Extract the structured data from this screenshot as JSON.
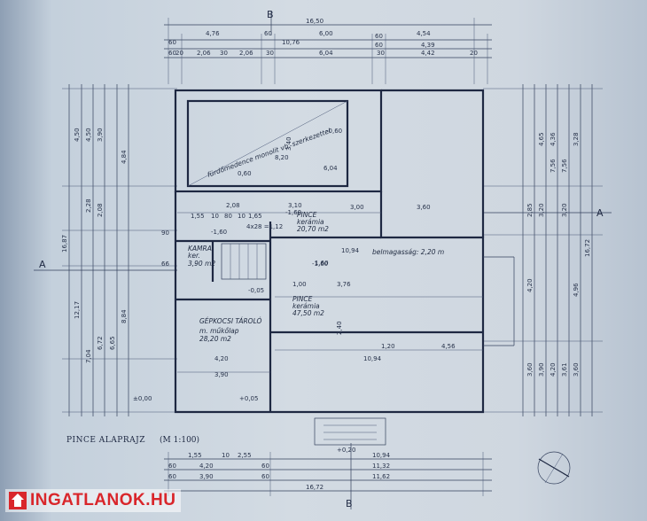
{
  "drawing": {
    "title": "PINCE ALAPRAJZ",
    "scale": "(M 1:100)",
    "section_marks": {
      "b": "B",
      "a": "A"
    },
    "rooms": [
      {
        "name": "fürdőmedence monolit vb. szerkezettel",
        "floor": "",
        "area": ""
      },
      {
        "name": "PINCE",
        "floor": "kerámia",
        "area": "20,70 m2"
      },
      {
        "name": "KAMRA",
        "floor": "ker.",
        "area": "3,90 m2"
      },
      {
        "name": "PINCE",
        "floor": "kerámia",
        "area": "47,50 m2"
      },
      {
        "name": "GÉPKOCSI TÁROLÓ",
        "floor": "m. műkőlap",
        "area": "28,20 m2"
      }
    ],
    "annotations": {
      "belmagassag": "belmagasság: 2,20 m",
      "levels": [
        "-0,60",
        "0,60",
        "-1,60",
        "-1,60",
        "-0,05",
        "+0,05",
        "±0,00",
        "+0,20",
        "-1,60"
      ],
      "stair_note": "4x28\n=1,12"
    },
    "dims_top": [
      "16,50",
      "4,76",
      "60",
      "6,00",
      "60",
      "4,54",
      "60",
      "10,76",
      "60",
      "4,39",
      "60",
      "20",
      "2,06",
      "30",
      "2,06",
      "30",
      "6,04",
      "30",
      "4,42",
      "20"
    ],
    "dims_bottom": [
      "1,55",
      "10",
      "2,55",
      "10,94",
      "60",
      "4,20",
      "60",
      "11,32",
      "60",
      "3,90",
      "60",
      "11,62",
      "16,72"
    ],
    "dims_left": [
      "16,87",
      "12,17",
      "4,50",
      "4,50",
      "3,90",
      "4,84",
      "2,28",
      "2,08",
      "8,84",
      "7,04",
      "6,72",
      "6,65"
    ],
    "dims_right": [
      "16,72",
      "4,65",
      "4,36",
      "3,28",
      "7,56",
      "7,56",
      "2,85",
      "3,20",
      "3,20",
      "4,20",
      "4,96",
      "3,60",
      "3,60",
      "3,90",
      "4,20",
      "3,61"
    ],
    "dims_interior": [
      "8,20",
      "6,04",
      "2,08",
      "3,10",
      "3,00",
      "3,60",
      "1,55",
      "10",
      "80",
      "10",
      "1,65",
      "10,94",
      "1,60",
      "1,00",
      "3,76",
      "4,20",
      "3,90",
      "10,94",
      "1,20",
      "4,56",
      "3,40",
      "2,40",
      "90",
      "66"
    ]
  },
  "watermark": {
    "text": "INGATLANOK.HU",
    "color": "#d9262b"
  }
}
